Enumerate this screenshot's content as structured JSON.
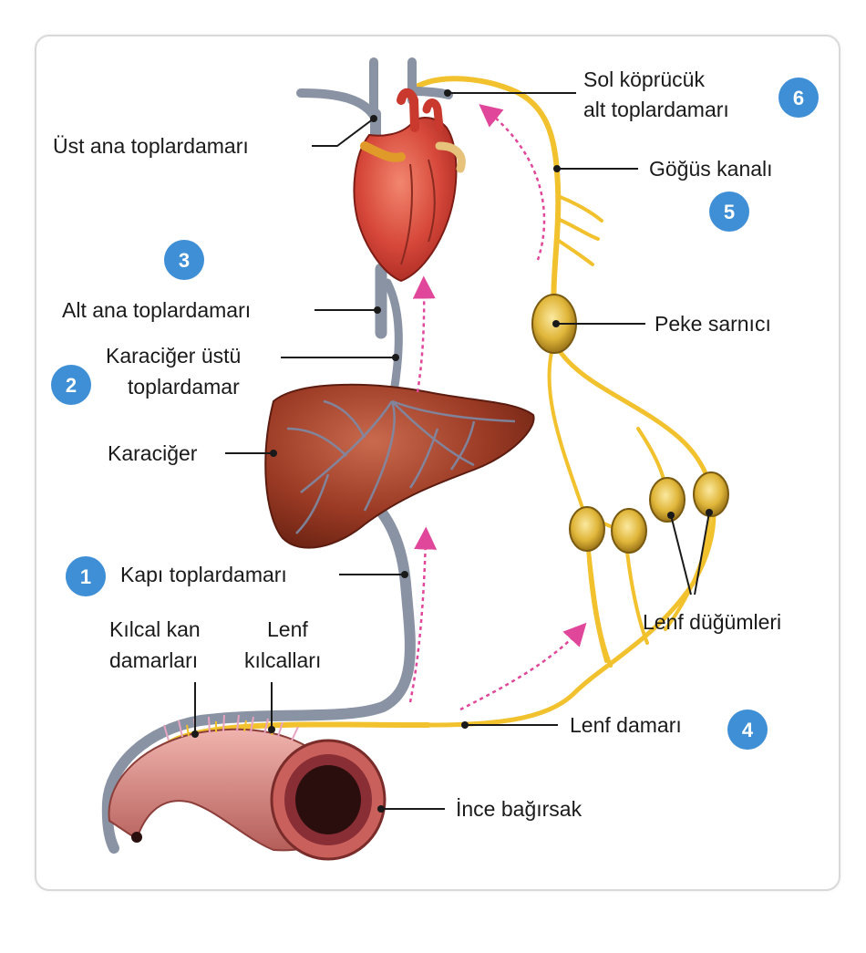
{
  "labels": {
    "sol_kopruculuk_1": "Sol köprücük",
    "sol_kopruculuk_2": "alt toplardamarı",
    "ust_ana": "Üst ana toplardamarı",
    "gogus_kanali": "Göğüs kanalı",
    "alt_ana": "Alt ana toplardamarı",
    "peke": "Peke sarnıcı",
    "karaciger_ustu_1": "Karaciğer üstü",
    "karaciger_ustu_2": "toplardamar",
    "karaciger": "Karaciğer",
    "kapi": "Kapı toplardamarı",
    "kilcal_kan_1": "Kılcal kan",
    "kilcal_kan_2": "damarları",
    "lenf_kilcal_1": "Lenf",
    "lenf_kilcal_2": "kılcalları",
    "lenf_dugumleri": "Lenf düğümleri",
    "lenf_damari": "Lenf damarı",
    "ince_bagirsak": "İnce bağırsak"
  },
  "steps": [
    "1",
    "2",
    "3",
    "4",
    "5",
    "6"
  ],
  "colors": {
    "step_badge": "#3f8fd6",
    "vein": "#8a93a3",
    "lymph": "#f2c12e",
    "flow_arrow": "#e0479a",
    "heart": "#d6473a",
    "liver": "#9c3b25",
    "intestine": "#d98c88",
    "node": "#e0b63a"
  }
}
